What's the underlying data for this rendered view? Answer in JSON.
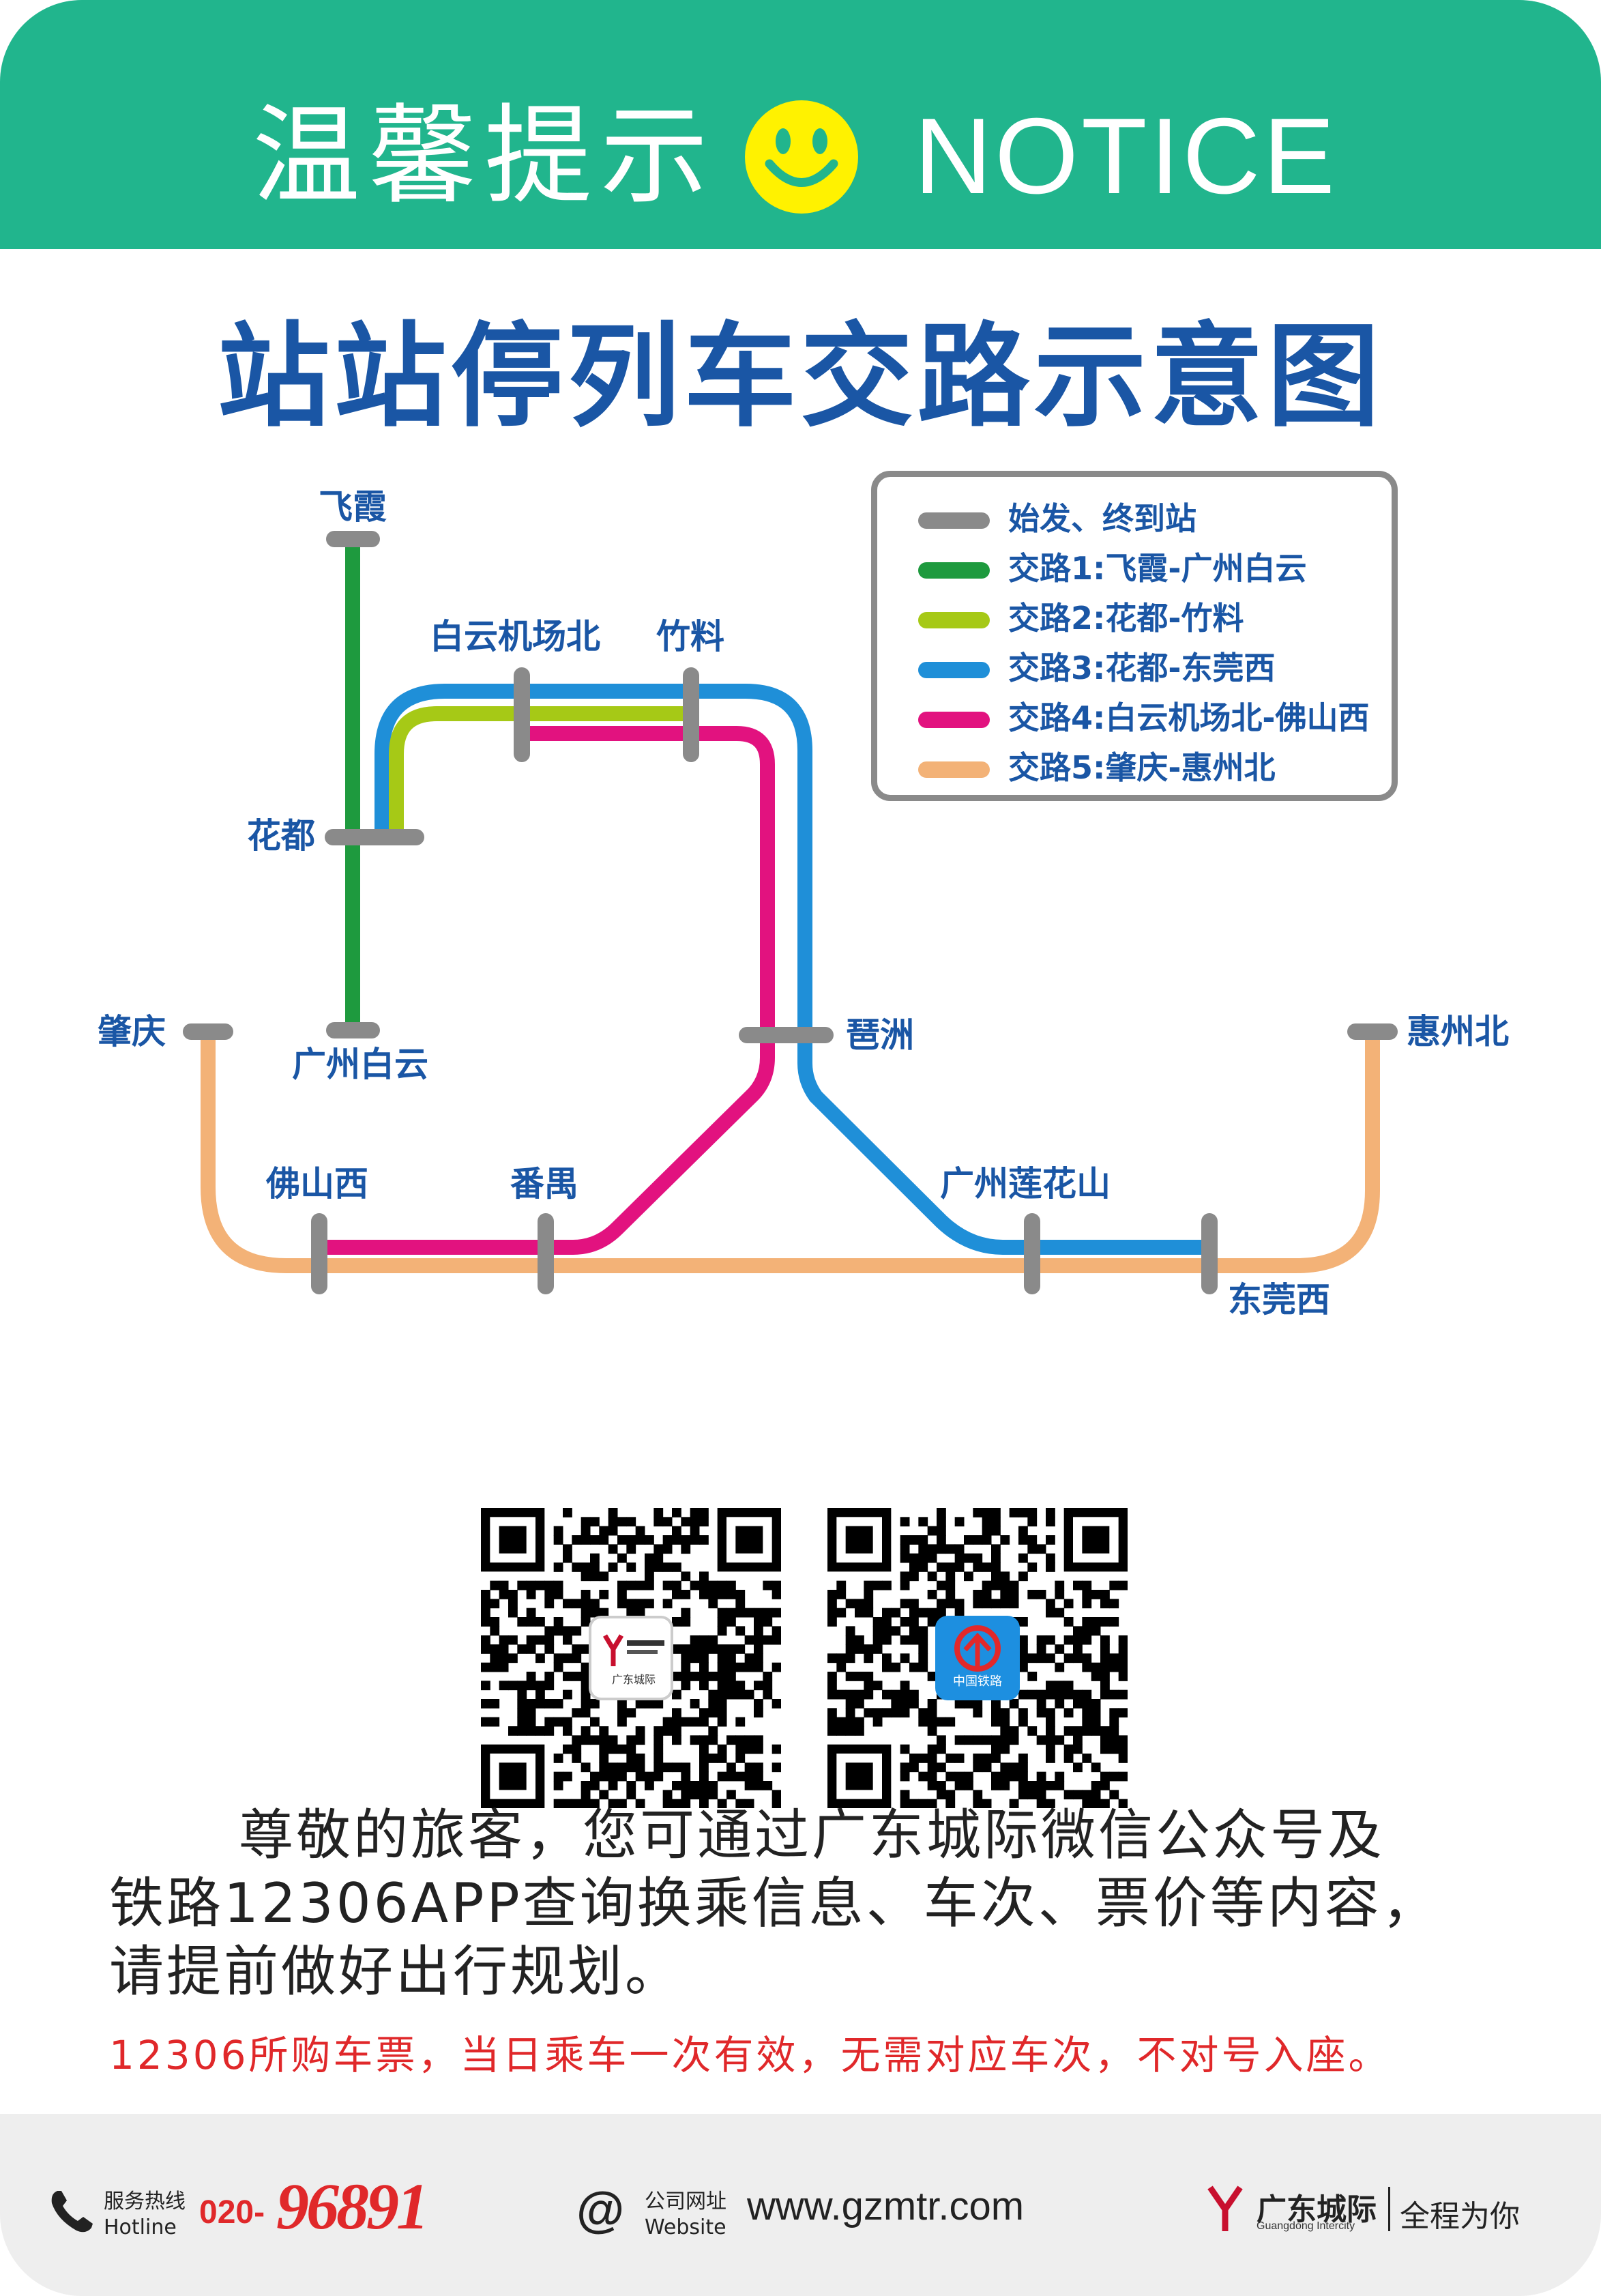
{
  "header": {
    "title_cn": "温馨提示",
    "title_en": "NOTICE",
    "bg_color": "#21b58d",
    "smiley_icon": "smiley-face-icon"
  },
  "title": "站站停列车交路示意图",
  "legend": {
    "items": [
      {
        "label": "始发、终到站",
        "color": "#8a8a8a"
      },
      {
        "label": "交路1:飞霞-广州白云",
        "color": "#1e9a3e"
      },
      {
        "label": "交路2:花都-竹料",
        "color": "#a6c916"
      },
      {
        "label": "交路3:花都-东莞西",
        "color": "#1f8fd8"
      },
      {
        "label": "交路4:白云机场北-佛山西",
        "color": "#e2127f"
      },
      {
        "label": "交路5:肇庆-惠州北",
        "color": "#f3b277"
      }
    ]
  },
  "stations": {
    "feixia": "飞霞",
    "baiyun_airport_north": "白云机场北",
    "zhuliao": "竹料",
    "huadu": "花都",
    "guangzhou_baiyun": "广州白云",
    "zhaoqing": "肇庆",
    "pazhou": "琶洲",
    "huizhou_north": "惠州北",
    "foshan_west": "佛山西",
    "panyu": "番禺",
    "guangzhou_lianhuashan": "广州莲花山",
    "dongguan_west": "东莞西"
  },
  "qr": {
    "left_logo_text": "广东城际",
    "right_logo_text": "中国铁路"
  },
  "message": {
    "line1": "尊敬的旅客，您可通过广东城际微信公众号及",
    "line2": "铁路12306APP查询换乘信息、车次、票价等内容，",
    "line3": "请提前做好出行规划。",
    "red_note": "12306所购车票，当日乘车一次有效，无需对应车次，不对号入座。"
  },
  "footer": {
    "hotline_cn": "服务热线",
    "hotline_en": "Hotline",
    "hotline_prefix": "020-",
    "hotline_number": "96891",
    "website_cn": "公司网址",
    "website_en": "Website",
    "website_url": "www.gzmtr.com",
    "brand_cn": "广东城际",
    "brand_en": "Guangdong Intercity",
    "slogan": "全程为你"
  }
}
